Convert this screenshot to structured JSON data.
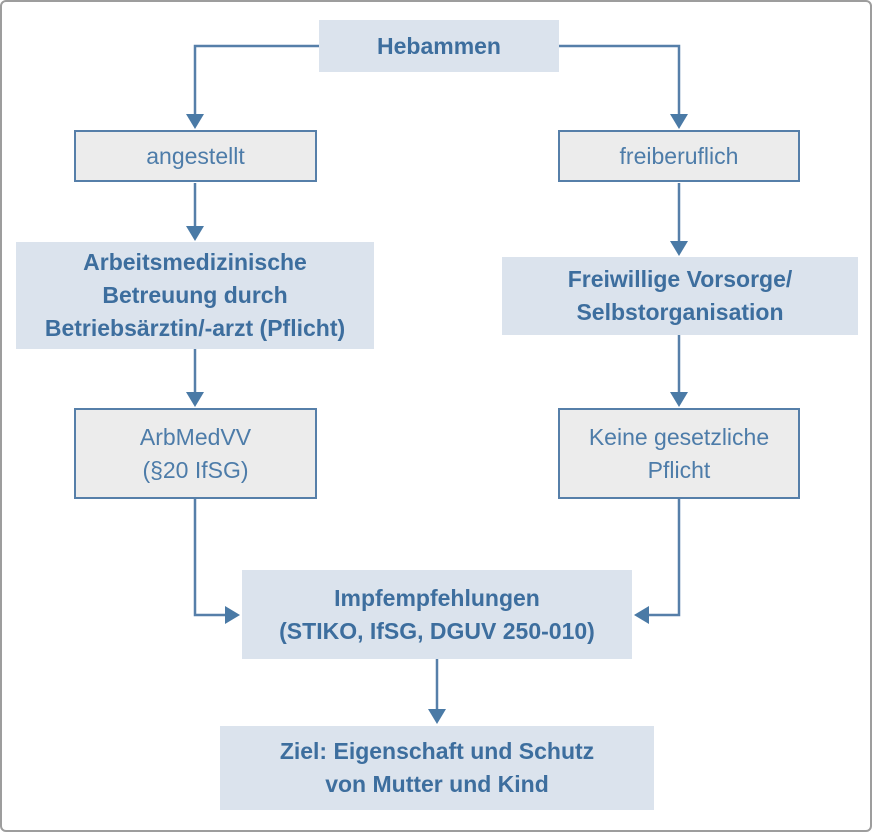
{
  "diagram": {
    "type": "flowchart",
    "colors": {
      "highlight_fill": "#dbe3ed",
      "plain_fill": "#ececec",
      "line_blue": "#567fa9",
      "text_blue_bold": "#3d6e9e",
      "text_blue_regular": "#4d7ca9",
      "frame_border": "#9d9d9d"
    },
    "nodes": {
      "hebammen": {
        "lines": [
          "Hebammen"
        ]
      },
      "angestellt": {
        "lines": [
          "angestellt"
        ]
      },
      "freiberuflich": {
        "lines": [
          "freiberuflich"
        ]
      },
      "arbeitsmed": {
        "lines": [
          "Arbeitsmedizinische",
          "Betreuung durch",
          "Betriebsärztin/-arzt (Pflicht)"
        ]
      },
      "freiwillige": {
        "lines": [
          "Freiwillige Vorsorge/",
          "Selbstorganisation"
        ]
      },
      "arbmedvv": {
        "lines": [
          "ArbMedVV",
          "(§20 IfSG)"
        ]
      },
      "keine_pflicht": {
        "lines": [
          "Keine gesetzliche",
          "Pflicht"
        ]
      },
      "impfempfehlungen": {
        "lines": [
          "Impfempfehlungen",
          "(STIKO, IfSG, DGUV 250-010)"
        ]
      },
      "ziel": {
        "lines": [
          "Ziel: Eigenschaft und Schutz",
          "von Mutter und Kind"
        ]
      }
    }
  }
}
